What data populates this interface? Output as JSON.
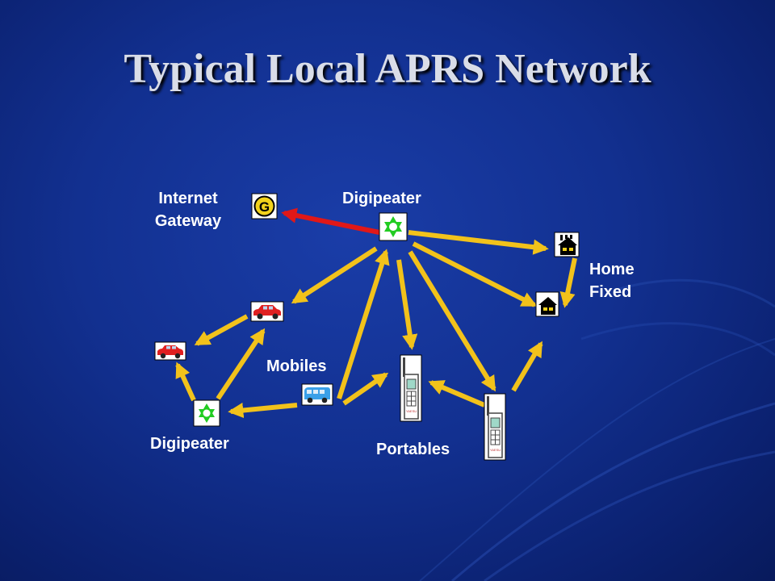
{
  "title": "Typical Local APRS Network",
  "labels": {
    "internet_gateway_line1": "Internet",
    "internet_gateway_line2": "Gateway",
    "digipeater_top": "Digipeater",
    "home_fixed_line1": "Home",
    "home_fixed_line2": "Fixed",
    "mobiles": "Mobiles",
    "digipeater_bottom": "Digipeater",
    "portables": "Portables"
  },
  "icons": {
    "gateway": "G",
    "radio_brand": "YAESU"
  },
  "colors": {
    "link": "#f2c21b",
    "gateway_link": "#e01818",
    "digipeater": "#22cc22",
    "car": "#e02020",
    "van": "#3aa0e8"
  }
}
